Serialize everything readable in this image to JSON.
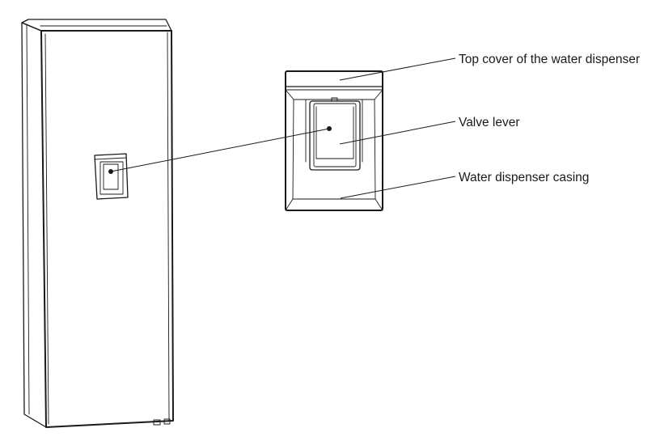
{
  "labels": {
    "top_cover": "Top cover of the water dispenser",
    "valve_lever": "Valve lever",
    "casing": "Water dispenser casing"
  },
  "colors": {
    "line": "#1a1a1a",
    "background": "#ffffff"
  }
}
